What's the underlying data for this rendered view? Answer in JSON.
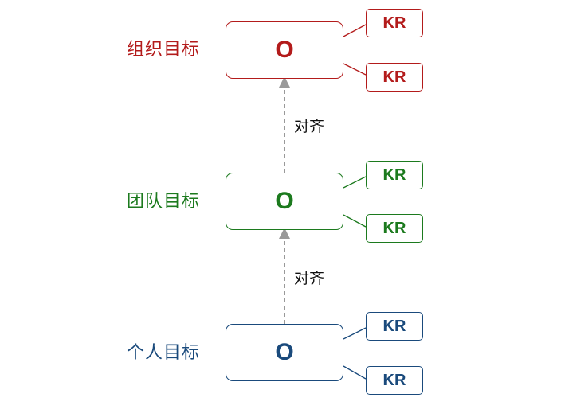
{
  "levels": [
    {
      "id": "organization",
      "label": "组织目标",
      "objective": "O",
      "key_results": [
        "KR",
        "KR"
      ],
      "color": "#b31b1b"
    },
    {
      "id": "team",
      "label": "团队目标",
      "objective": "O",
      "key_results": [
        "KR",
        "KR"
      ],
      "color": "#1c7a1e"
    },
    {
      "id": "personal",
      "label": "个人目标",
      "objective": "O",
      "key_results": [
        "KR",
        "KR"
      ],
      "color": "#1a4a7c"
    }
  ],
  "alignments": [
    {
      "from": "team",
      "to": "organization",
      "label": "对齐"
    },
    {
      "from": "personal",
      "to": "team",
      "label": "对齐"
    }
  ],
  "connector_color": "#999999"
}
